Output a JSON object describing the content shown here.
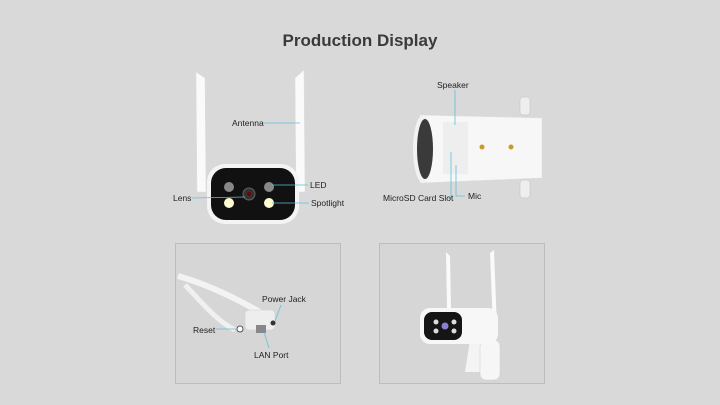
{
  "title": "Production Display",
  "front_view": {
    "labels": {
      "antenna": "Antenna",
      "led": "LED",
      "lens": "Lens",
      "spotlight": "Spotlight"
    }
  },
  "side_view": {
    "labels": {
      "speaker": "Speaker",
      "microsd": "MicroSD Card Slot",
      "mic": "Mic"
    }
  },
  "cable_view": {
    "labels": {
      "power_jack": "Power Jack",
      "reset": "Reset",
      "lan_port": "LAN Port"
    }
  },
  "colors": {
    "background": "#d9d9d9",
    "callout": "#5fc0d8",
    "title": "#3a3a3a"
  }
}
